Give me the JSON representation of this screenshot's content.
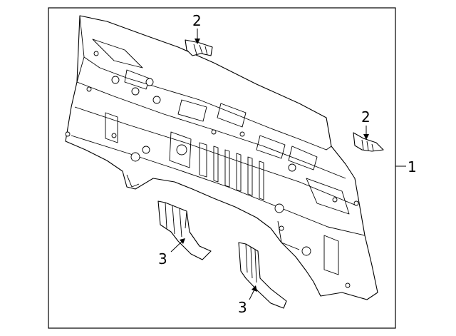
{
  "callouts": {
    "c1": "1",
    "c2a": "2",
    "c2b": "2",
    "c3a": "3",
    "c3b": "3"
  }
}
